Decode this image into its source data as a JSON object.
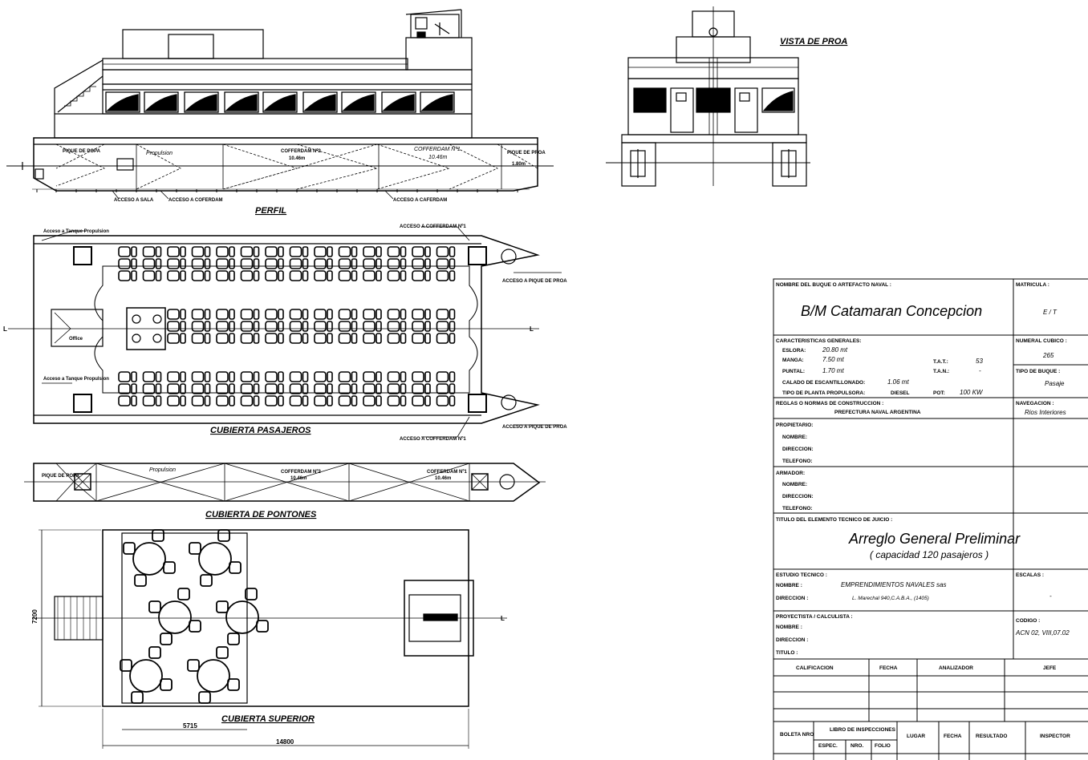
{
  "views": {
    "perfil": "PERFIL",
    "vista_proa": "VISTA DE PROA",
    "cubierta_pasajeros": "CUBIERTA PASAJEROS",
    "cubierta_pontones": "CUBIERTA DE PONTONES",
    "cubierta_superior": "CUBIERTA SUPERIOR"
  },
  "profile_labels": {
    "pique_popa": "PIQUE DE POPA",
    "propulsion": "Propulsion",
    "cofferdam2": "COFFERDAM Nº2",
    "cofferdam2_len": "10.46m",
    "cofferdam1": "COFFERDAM Nº1",
    "cofferdam1_len": "10.46m",
    "pique_proa": "PIQUE DE PROA",
    "pique_proa_len": "1.80m",
    "acceso1": "ACCESO A SALA",
    "acceso2": "ACCESO A COFERDAM",
    "acceso3": "ACCESO A CAFERDAM"
  },
  "deck_labels": {
    "acceso_cofferdam": "ACCESO A COFFERDAM Nº1",
    "acceso_pique": "ACCESO A PIQUE DE PROA",
    "acceso_pique2": "ACCESO A PIQUE DE PROA",
    "acceso_cofferdam2": "ACCESO A COFFERDAM Nº1",
    "acceso_tanques1": "Acceso a Tanque Propulsion",
    "acceso_tanques2": "Acceso a Tanque Propulsion",
    "office": "Office"
  },
  "pontoon_labels": {
    "pique": "PIQUE DE POPA",
    "propulsion": "Propulsion",
    "cofferdam2": "COFFERDAM Nº2",
    "cofferdam2_len": "10.46m",
    "cofferdam1": "COFFERDAM Nº1",
    "cofferdam1_len": "10.46m"
  },
  "dimensions": {
    "beam": "7200",
    "partial": "5715",
    "overall": "14800",
    "centerline": "L"
  },
  "title_block": {
    "nombre_buque_label": "NOMBRE DEL BUQUE O ARTEFACTO NAVAL :",
    "nombre_buque": "B/M Catamaran Concepcion",
    "matricula_label": "MATRICULA :",
    "matricula": "E / T",
    "caracteristicas_label": "CARACTERISTICAS GENERALES:",
    "eslora_label": "ESLORA:",
    "eslora": "20.80 mt",
    "manga_label": "MANGA:",
    "manga": "7.50 mt",
    "puntal_label": "PUNTAL:",
    "puntal": "1.70 mt",
    "tat_label": "T.A.T.:",
    "tat": "53",
    "tan_label": "T.A.N.:",
    "tan": "-",
    "calado_label": "CALADO DE ESCANTILLONADO:",
    "calado": "1.06 mt",
    "tipo_planta_label": "TIPO DE PLANTA PROPULSORA:",
    "tipo_planta": "DIESEL",
    "pot_label": "POT:",
    "pot": "100 KW",
    "numeral_label": "NUMERAL CUBICO :",
    "numeral": "265",
    "tipo_buque_label": "TIPO DE BUQUE :",
    "tipo_buque": "Pasaje",
    "reglas_label": "REGLAS O NORMAS DE CONSTRUCCION :",
    "reglas": "PREFECTURA NAVAL ARGENTINA",
    "navegacion_label": "NAVEGACION :",
    "navegacion": "Rios Interiores",
    "propietario_label": "PROPIETARIO:",
    "nombre_label": "NOMBRE:",
    "direccion_label": "DIRECCION:",
    "telefono_label": "TELEFONO:",
    "armador_label": "ARMADOR:",
    "titulo_elemento_label": "TITULO DEL ELEMENTO TECNICO DE JUICIO :",
    "titulo_elemento": "Arreglo General Preliminar",
    "capacidad": "( capacidad 120 pasajeros )",
    "estudio_label": "ESTUDIO TECNICO :",
    "estudio_nombre_label": "NOMBRE :",
    "estudio_nombre": "EMPRENDIMIENTOS NAVALES sas",
    "estudio_dir_label": "DIRECCION :",
    "estudio_dir": "L. Marechal 940,C.A.B.A., (1405)",
    "escalas_label": "ESCALAS :",
    "escalas": "-",
    "proyectista_label": "PROYECTISTA / CALCULISTA :",
    "proy_nombre_label": "NOMBRE :",
    "proy_dir_label": "DIRECCION :",
    "titulo_label": "TITULO :",
    "codigo_label": "CODIGO :",
    "codigo": "ACN 02, VIII,07.02",
    "calificacion": "CALIFICACION",
    "fecha": "FECHA",
    "analizador": "ANALIZADOR",
    "jefe": "JEFE",
    "boleta": "BOLETA NRO",
    "libro": "LIBRO DE INSPECCIONES",
    "espec": "ESPEC.",
    "nro": "NRO.",
    "folio": "FOLIO",
    "lugar": "LUGAR",
    "fecha2": "FECHA",
    "resultado": "RESULTADO",
    "inspector": "INSPECTOR"
  }
}
